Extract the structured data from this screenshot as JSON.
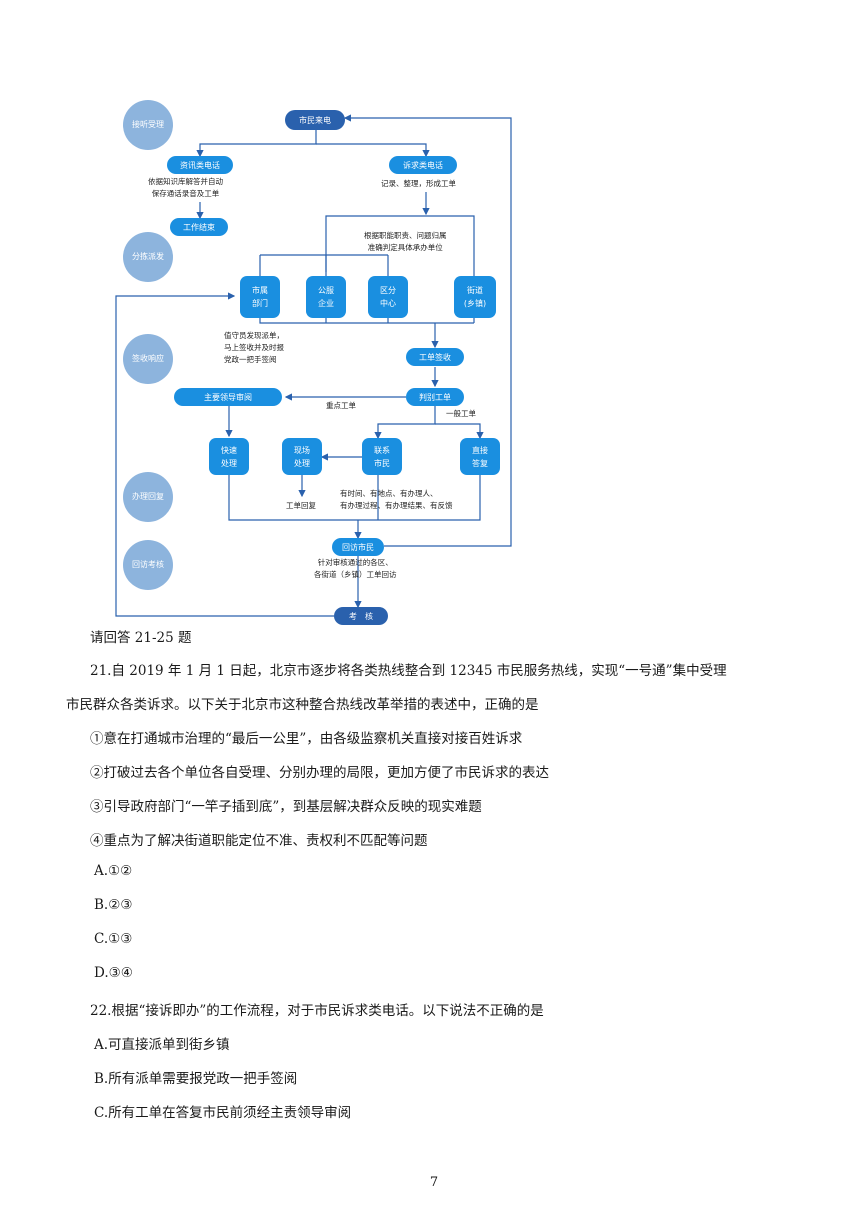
{
  "flowchart": {
    "stages": [
      "接听受理",
      "分拣派发",
      "签收响应",
      "办理回复",
      "回访考核"
    ],
    "nodes": {
      "citizen_call": "市民来电",
      "info_call": "资讯类电话",
      "info_note": "依据知识库解答并自动\n保存通话录音及工单",
      "work_end": "工作结束",
      "complaint_call": "诉求类电话",
      "complaint_note": "记录、整理，形成工单",
      "dispatch_note": "根据职能职责、问题归属\n准确判定具体承办单位",
      "unit_city": "市属\n部门",
      "unit_enterprise": "公服\n企业",
      "unit_district": "区分\n中心",
      "unit_street": "街道\n(乡镇)",
      "duty_note": "值守员发现派单，\n马上签收并及时报\n党政一把手签阅",
      "sign": "工单签收",
      "judge": "判别工单",
      "leader_review": "主要领导审阅",
      "key_order": "重点工单",
      "normal_order": "一般工单",
      "fast": "快速\n处理",
      "site": "现场\n处理",
      "contact": "联系\n市民",
      "direct": "直接\n答复",
      "order_reply": "工单回复",
      "six_note": "有时间、有地点、有办理人、\n有办理过程、有办理结果、有反馈",
      "revisit": "回访市民",
      "revisit_note": "针对审核通过的各区、\n各街道（乡镇）工单回访",
      "assess": "考　核"
    }
  },
  "doc": {
    "intro": "请回答 21-25 题",
    "q21": {
      "stem_line1": "21.自 2019 年 1 月 1 日起，北京市逐步将各类热线整合到 12345 市民服务热线，实现“一号通”集中受理",
      "stem_line2": "市民群众各类诉求。以下关于北京市这种整合热线改革举措的表述中，正确的是",
      "statements": [
        "①意在打通城市治理的“最后一公里”，由各级监察机关直接对接百姓诉求",
        "②打破过去各个单位各自受理、分别办理的局限，更加方便了市民诉求的表达",
        "③引导政府部门“一竿子插到底”，到基层解决群众反映的现实难题",
        "④重点为了解决街道职能定位不准、责权利不匹配等问题"
      ],
      "options": [
        "A.①②",
        "B.②③",
        "C.①③",
        "D.③④"
      ]
    },
    "q22": {
      "stem": "22.根据“接诉即办”的工作流程，对于市民诉求类电话。以下说法不正确的是",
      "options": [
        "A.可直接派单到街乡镇",
        "B.所有派单需要报党政一把手签阅",
        "C.所有工单在答复市民前须经主责领导审阅"
      ]
    },
    "page_number": "7"
  }
}
